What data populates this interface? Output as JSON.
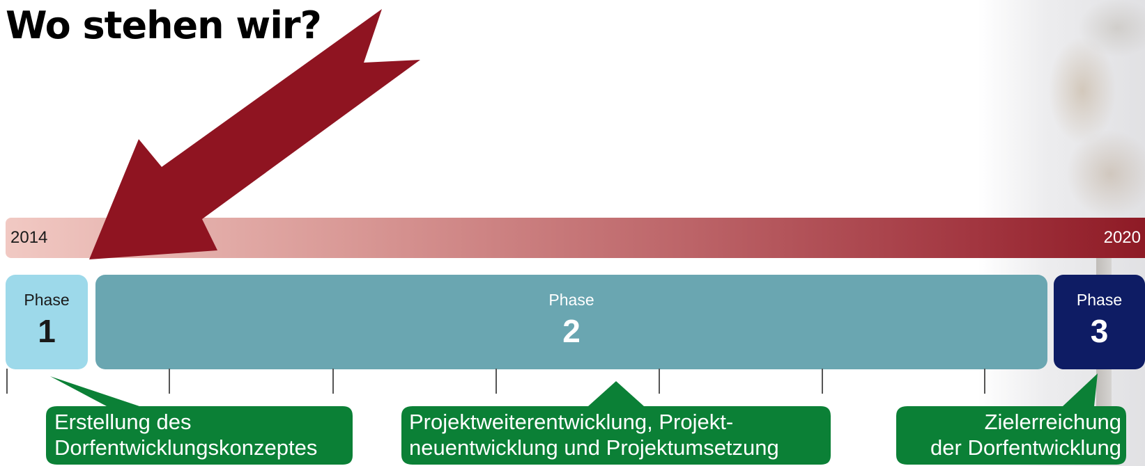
{
  "title": "Wo stehen wir?",
  "timeline": {
    "start_year": "2014",
    "end_year": "2020",
    "gradient_colors": [
      "#f1c9c3",
      "#8e1a25"
    ]
  },
  "phases": [
    {
      "label": "Phase",
      "number": "1",
      "color": "#9dd9ea"
    },
    {
      "label": "Phase",
      "number": "2",
      "color": "#6aa6b1"
    },
    {
      "label": "Phase",
      "number": "3",
      "color": "#0e1c64"
    }
  ],
  "callouts": [
    {
      "line1": "Erstellung des",
      "line2": "Dorfentwicklungskonzeptes"
    },
    {
      "line1": "Projektweiterentwicklung, Projekt-",
      "line2": "neuentwicklung und Projektumsetzung"
    },
    {
      "line1": "Zielerreichung",
      "line2": "der Dorfentwicklung"
    }
  ],
  "callout_color": "#0b8036",
  "pointer_arrow_color": "#8f1421"
}
